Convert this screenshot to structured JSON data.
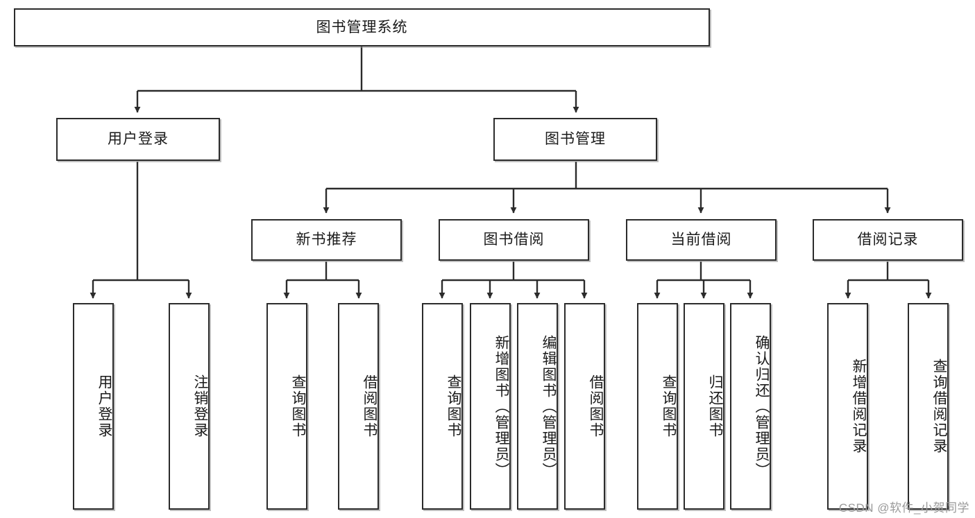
{
  "diagram": {
    "title": "图书管理系统",
    "type": "tree",
    "watermark": "CSDN @软件_小贺同学",
    "colors": {
      "box_border": "#2b2b2b",
      "box_fill": "#ffffff",
      "connector": "#2b2b2b",
      "watermark": "#9a9a9a",
      "background": "#ffffff"
    },
    "root": {
      "label": "图书管理系统"
    },
    "level2": [
      {
        "label": "用户登录"
      },
      {
        "label": "图书管理"
      }
    ],
    "level3": [
      {
        "label": "新书推荐"
      },
      {
        "label": "图书借阅"
      },
      {
        "label": "当前借阅"
      },
      {
        "label": "借阅记录"
      }
    ],
    "leaves": {
      "user_login": [
        {
          "label": "用户登录"
        },
        {
          "label": "注销登录"
        }
      ],
      "new_book_recommend": [
        {
          "label": "查询图书"
        },
        {
          "label": "借阅图书"
        }
      ],
      "book_borrow": [
        {
          "label": "查询图书"
        },
        {
          "label": "新增图书（管理员）"
        },
        {
          "label": "编辑图书（管理员）"
        },
        {
          "label": "借阅图书"
        }
      ],
      "current_borrow": [
        {
          "label": "查询图书"
        },
        {
          "label": "归还图书"
        },
        {
          "label": "确认归还（管理员）"
        }
      ],
      "borrow_record": [
        {
          "label": "新增借阅记录"
        },
        {
          "label": "查询借阅记录"
        }
      ]
    }
  }
}
